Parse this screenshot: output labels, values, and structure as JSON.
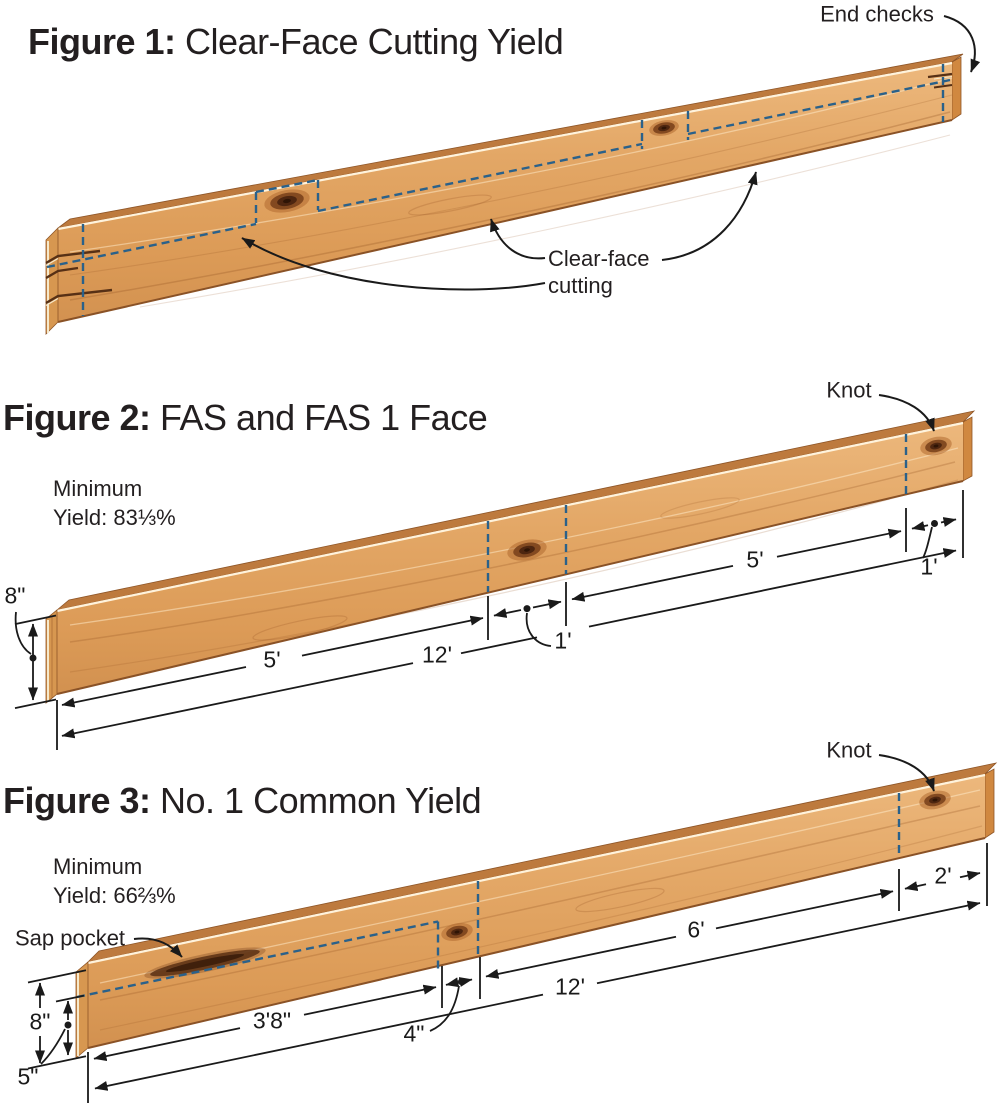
{
  "figure1": {
    "title_prefix": "Figure 1: ",
    "title_rest": "Clear-Face Cutting Yield",
    "end_checks_label": "End checks",
    "clear_face_line1": "Clear-face",
    "clear_face_line2": "cutting"
  },
  "figure2": {
    "title_prefix": "Figure 2: ",
    "title_rest": "FAS and FAS 1 Face",
    "min_yield_line1": "Minimum",
    "min_yield_line2": "Yield: 83⅓%",
    "knot_label": "Knot",
    "dims": {
      "board_width": "8\"",
      "segment1": "5'",
      "segment2": "1'",
      "segment3": "5'",
      "segment4": "1'",
      "total_length": "12'"
    }
  },
  "figure3": {
    "title_prefix": "Figure 3: ",
    "title_rest": "No. 1 Common Yield",
    "min_yield_line1": "Minimum",
    "min_yield_line2": "Yield: 66⅔%",
    "knot_label": "Knot",
    "sap_pocket_label": "Sap pocket",
    "dims": {
      "board_width": "8\"",
      "cutting_width": "5\"",
      "segment1": "3'8\"",
      "segment2": "4\"",
      "segment3": "6'",
      "segment4": "2'",
      "total_length": "12'"
    }
  },
  "colors": {
    "wood_face": "#E2A361",
    "wood_top": "#BD7A3E",
    "cut_line_blue": "#2A618A",
    "dimension_black": "#1a1a1a"
  }
}
